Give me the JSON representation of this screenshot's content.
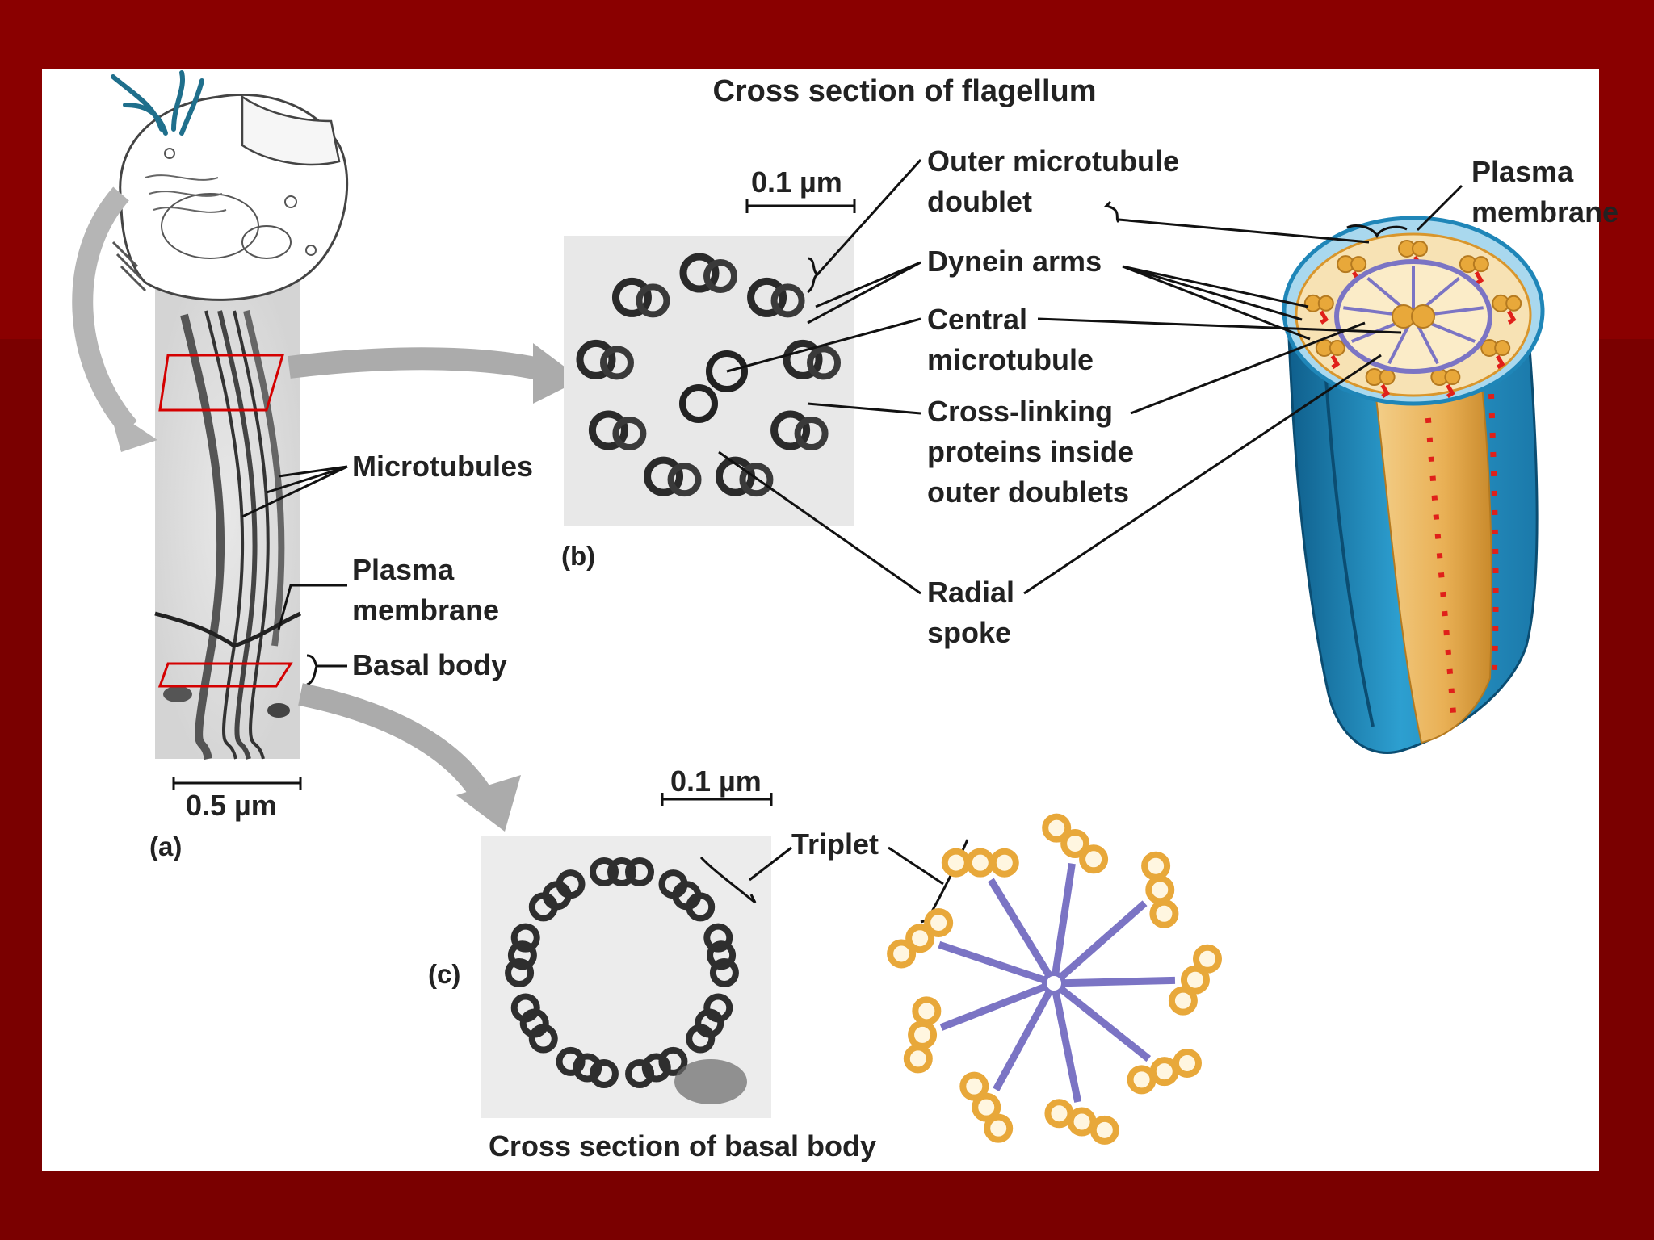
{
  "title": "Cross section of flagellum",
  "bottom_caption": "Cross section of basal body",
  "panels": {
    "a": "(a)",
    "b": "(b)",
    "c": "(c)"
  },
  "scales": {
    "a": "0.5 µm",
    "b": "0.1 µm",
    "c": "0.1 µm"
  },
  "labels": {
    "microtubules": "Microtubules",
    "plasma_membrane_left": [
      "Plasma",
      "membrane"
    ],
    "basal_body": "Basal body",
    "outer_doublet": [
      "Outer microtubule",
      "doublet"
    ],
    "dynein": "Dynein arms",
    "central": [
      "Central",
      "microtubule"
    ],
    "crosslinking": [
      "Cross-linking",
      "proteins inside",
      "outer doublets"
    ],
    "radial_spoke": [
      "Radial",
      "spoke"
    ],
    "plasma_membrane_right": [
      "Plasma",
      "membrane"
    ],
    "triplet": "Triplet"
  },
  "colors": {
    "slide_background": "#7a0000",
    "figure_background": "#ffffff",
    "selection_box": "#d40000",
    "arrow": "#a8a8a8",
    "doublet_orange": "#e8a83a",
    "spoke_purple": "#7b74c4",
    "membrane_blue": "#1f86b8",
    "dynein_red": "#e0201a"
  }
}
